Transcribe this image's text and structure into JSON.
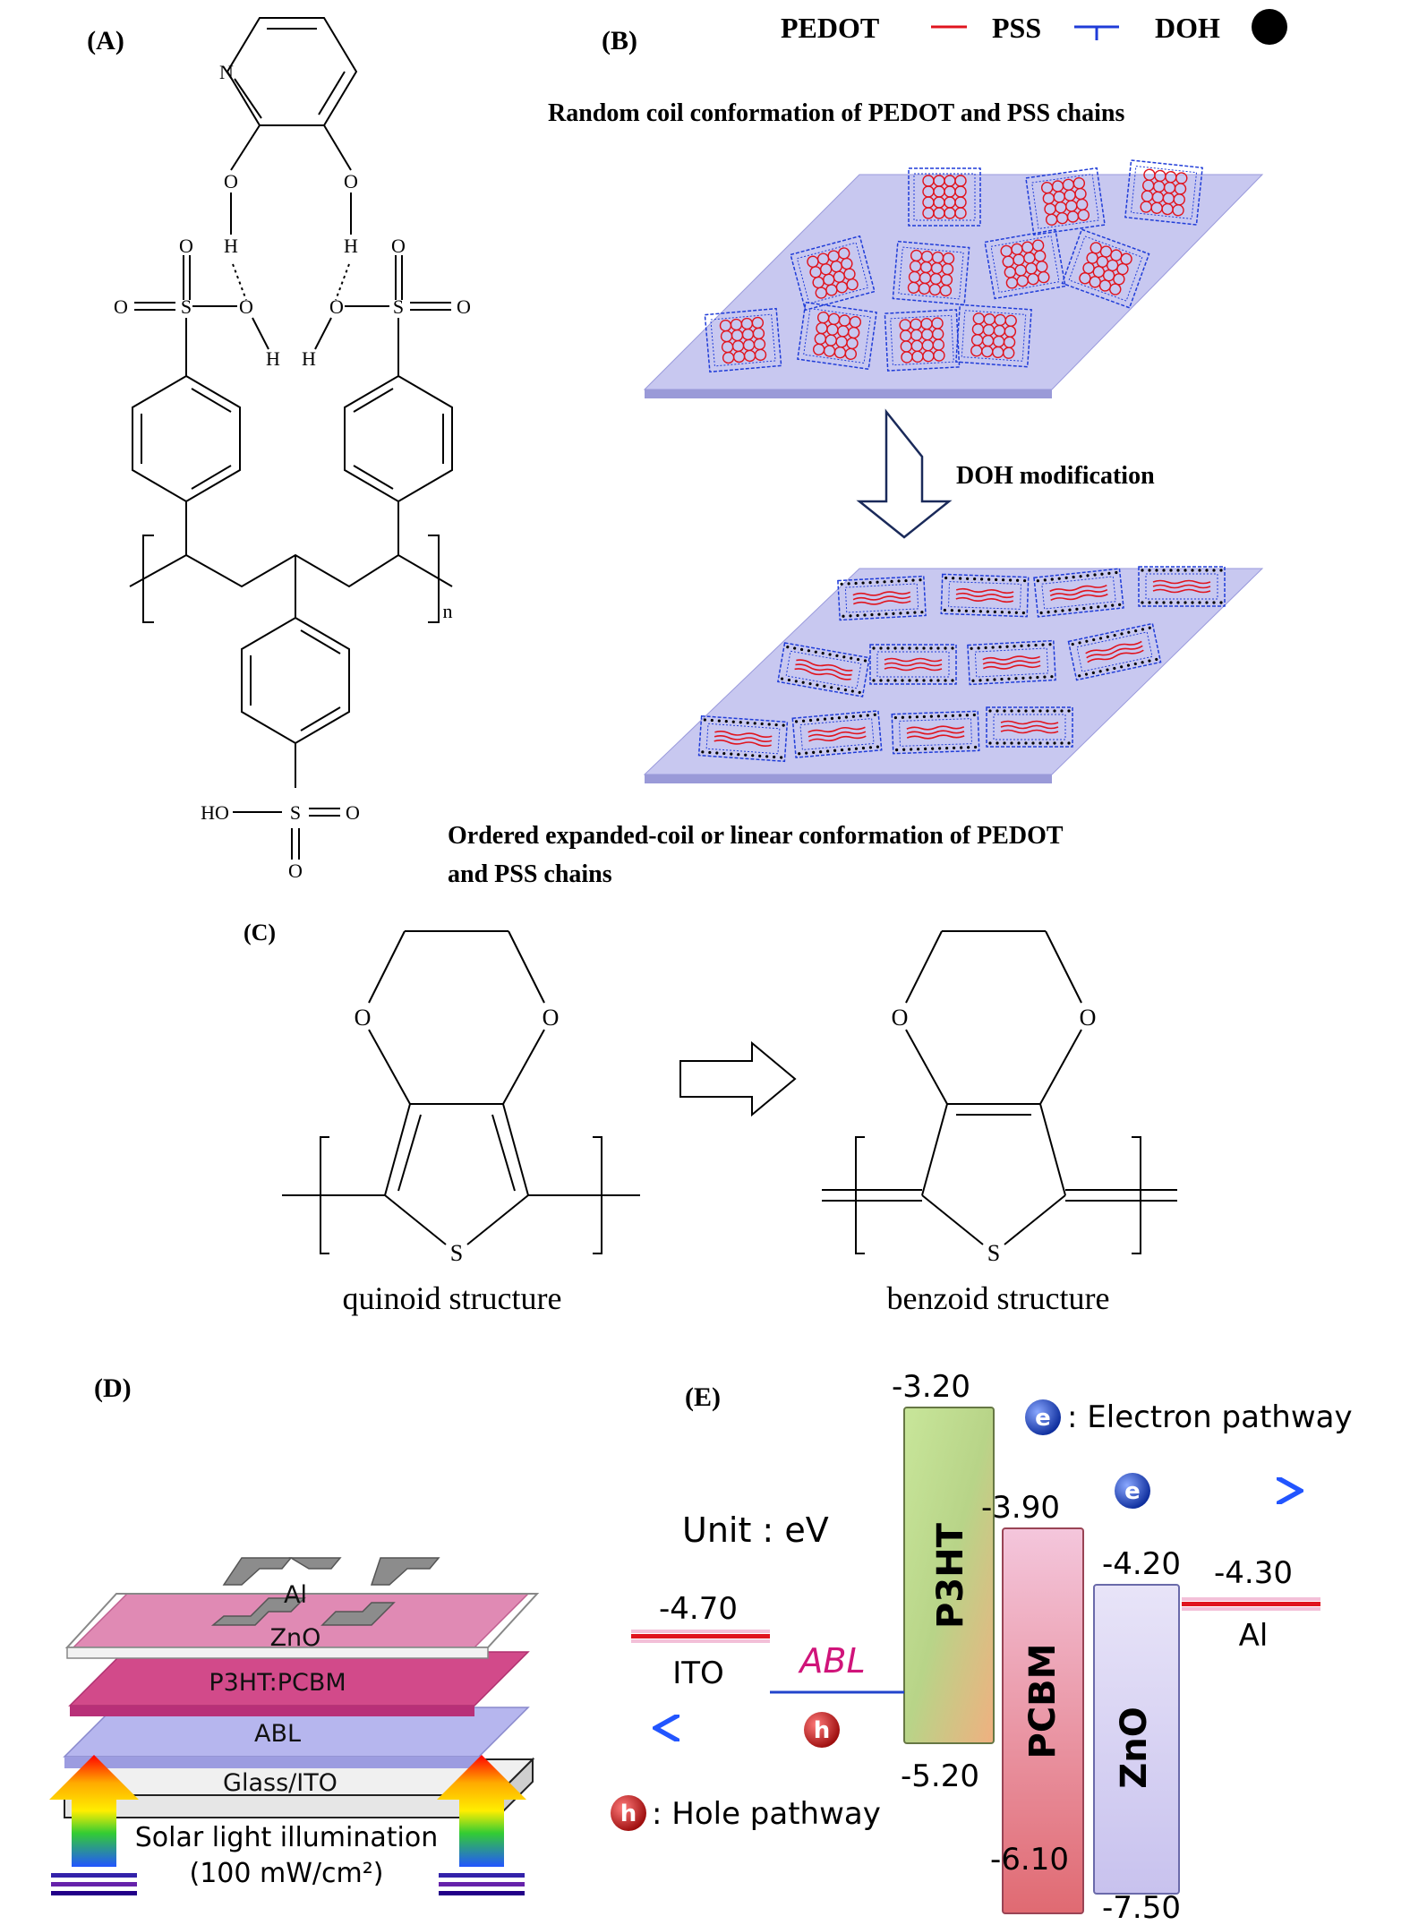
{
  "panelA": {
    "label": "(A)",
    "atoms": {
      "n": "N",
      "o": "O",
      "h": "H",
      "s": "S",
      "ho": "HO",
      "sub_n": "n"
    }
  },
  "panelB": {
    "label": "(B)",
    "legend": [
      {
        "name": "PEDOT",
        "color": "#e0141e"
      },
      {
        "name": "PSS",
        "color": "#1f3cd8"
      },
      {
        "name": "DOH",
        "color": "#000000"
      }
    ],
    "top_caption": "Random coil conformation of PEDOT and PSS chains",
    "arrow_label": "DOH modification",
    "bottom_caption_line1": "Ordered expanded-coil or linear conformation of PEDOT",
    "bottom_caption_line2": "and PSS chains",
    "plate_color": "#c8c8f0"
  },
  "panelC": {
    "label": "(C)",
    "left_name": "quinoid structure",
    "right_name": "benzoid structure",
    "atoms": {
      "o": "O",
      "s": "S"
    }
  },
  "panelD": {
    "label": "(D)",
    "layers": [
      "Al",
      "ZnO",
      "P3HT:PCBM",
      "ABL",
      "Glass/ITO"
    ],
    "illumination_line1": "Solar light illumination",
    "illumination_line2": "(100 mW/cm²)"
  },
  "panelE": {
    "label": "(E)",
    "unit": "Unit : eV",
    "electron_symbol": "e",
    "hole_symbol": "h",
    "electron_legend": ": Electron pathway",
    "hole_legend": ": Hole pathway",
    "abl_label": "ABL",
    "ito": {
      "name": "ITO",
      "level": "-4.70"
    },
    "al": {
      "name": "Al",
      "level": "-4.30"
    },
    "p3ht": {
      "name": "P3HT",
      "top": "-3.20",
      "bottom": "-5.20"
    },
    "pcbm": {
      "name": "PCBM",
      "top": "-3.90",
      "bottom": "-6.10"
    },
    "zno": {
      "name": "ZnO",
      "top": "-4.20",
      "bottom": "-7.50"
    }
  }
}
